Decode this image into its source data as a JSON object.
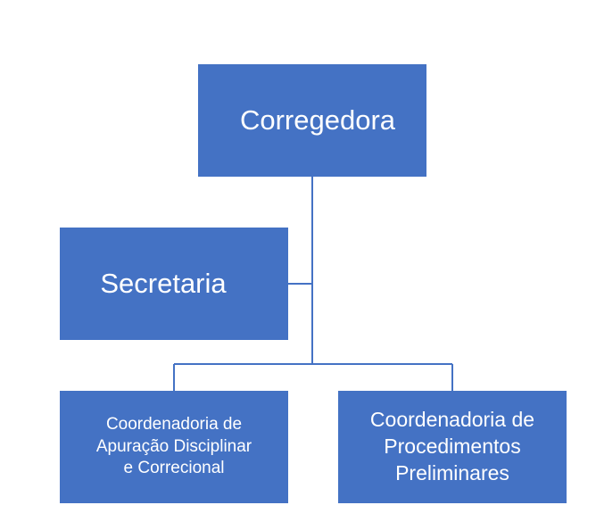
{
  "org_chart": {
    "top": {
      "label": "Corregedora"
    },
    "assistant": {
      "label": "Secretaria"
    },
    "children": [
      {
        "label": "Coordenadoria de\nApuração Disciplinar\ne Correcional"
      },
      {
        "label": "Coordenadoria de\nProcedimentos\nPreliminares"
      }
    ]
  },
  "colors": {
    "box_fill": "#4472c4",
    "box_text": "#ffffff",
    "connector": "#4472c4"
  }
}
